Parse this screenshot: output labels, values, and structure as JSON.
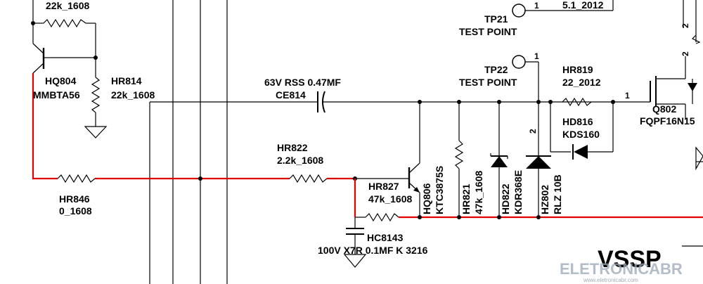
{
  "labels": {
    "hr_top_value": "22k_1608",
    "hq804_ref": "HQ804",
    "hq804_val": "MMBTA56",
    "hr814_ref": "HR814",
    "hr814_val": "22k_1608",
    "ce814_val": "63V RSS 0.47MF",
    "ce814_ref": "CE814",
    "hr822_ref": "HR822",
    "hr822_val": "2.2k_1608",
    "hr846_ref": "HR846",
    "hr846_val": "0_1608",
    "hr827_ref": "HR827",
    "hr827_val": "47k_1608",
    "hc8143_ref": "HC8143",
    "hc8143_val": "100V X7R 0.1MF K 3216",
    "hq806_ref": "HQ806",
    "hq806_val": "KTC3875S",
    "hr821_ref": "HR821",
    "hr821_val": "47k_1608",
    "hd822_ref": "HD822",
    "hd822_val": "KDR368E",
    "hz802_ref": "HZ802",
    "hz802_val": "RLZ 10B",
    "tp21_ref": "TP21",
    "tp21_desc": "TEST POINT",
    "tp21_pin": "1",
    "tp21_net": "5.1_2012",
    "tp22_ref": "TP22",
    "tp22_desc": "TEST POINT",
    "tp22_pin": "1",
    "hr819_ref": "HR819",
    "hr819_val": "22_2012",
    "hd816_ref": "HD816",
    "hd816_val": "KDS160",
    "hz802_pin": "2",
    "q802_pin": "1",
    "q802_ref": "Q802",
    "q802_val": "FQPF16N15",
    "right_pin_a": "2",
    "right_pin_b": "2",
    "vssp": "VSSP",
    "watermark": "ELETRONICABR",
    "watermark_url": "www.eletronicabr.com"
  }
}
